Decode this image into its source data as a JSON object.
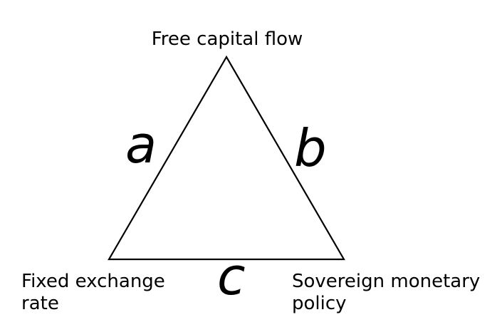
{
  "colors": {
    "background": "#ffffff",
    "line": "#000000",
    "text": "#000000"
  },
  "triangle": {
    "top_vertex_label": "Free capital flow",
    "bottom_left_vertex_label": {
      "line1": "Fixed exchange",
      "line2": "rate"
    },
    "bottom_right_vertex_label": {
      "line1": "Sovereign monetary",
      "line2": "policy"
    },
    "left_edge_label": "a",
    "right_edge_label": "b",
    "bottom_edge_label": "c"
  }
}
